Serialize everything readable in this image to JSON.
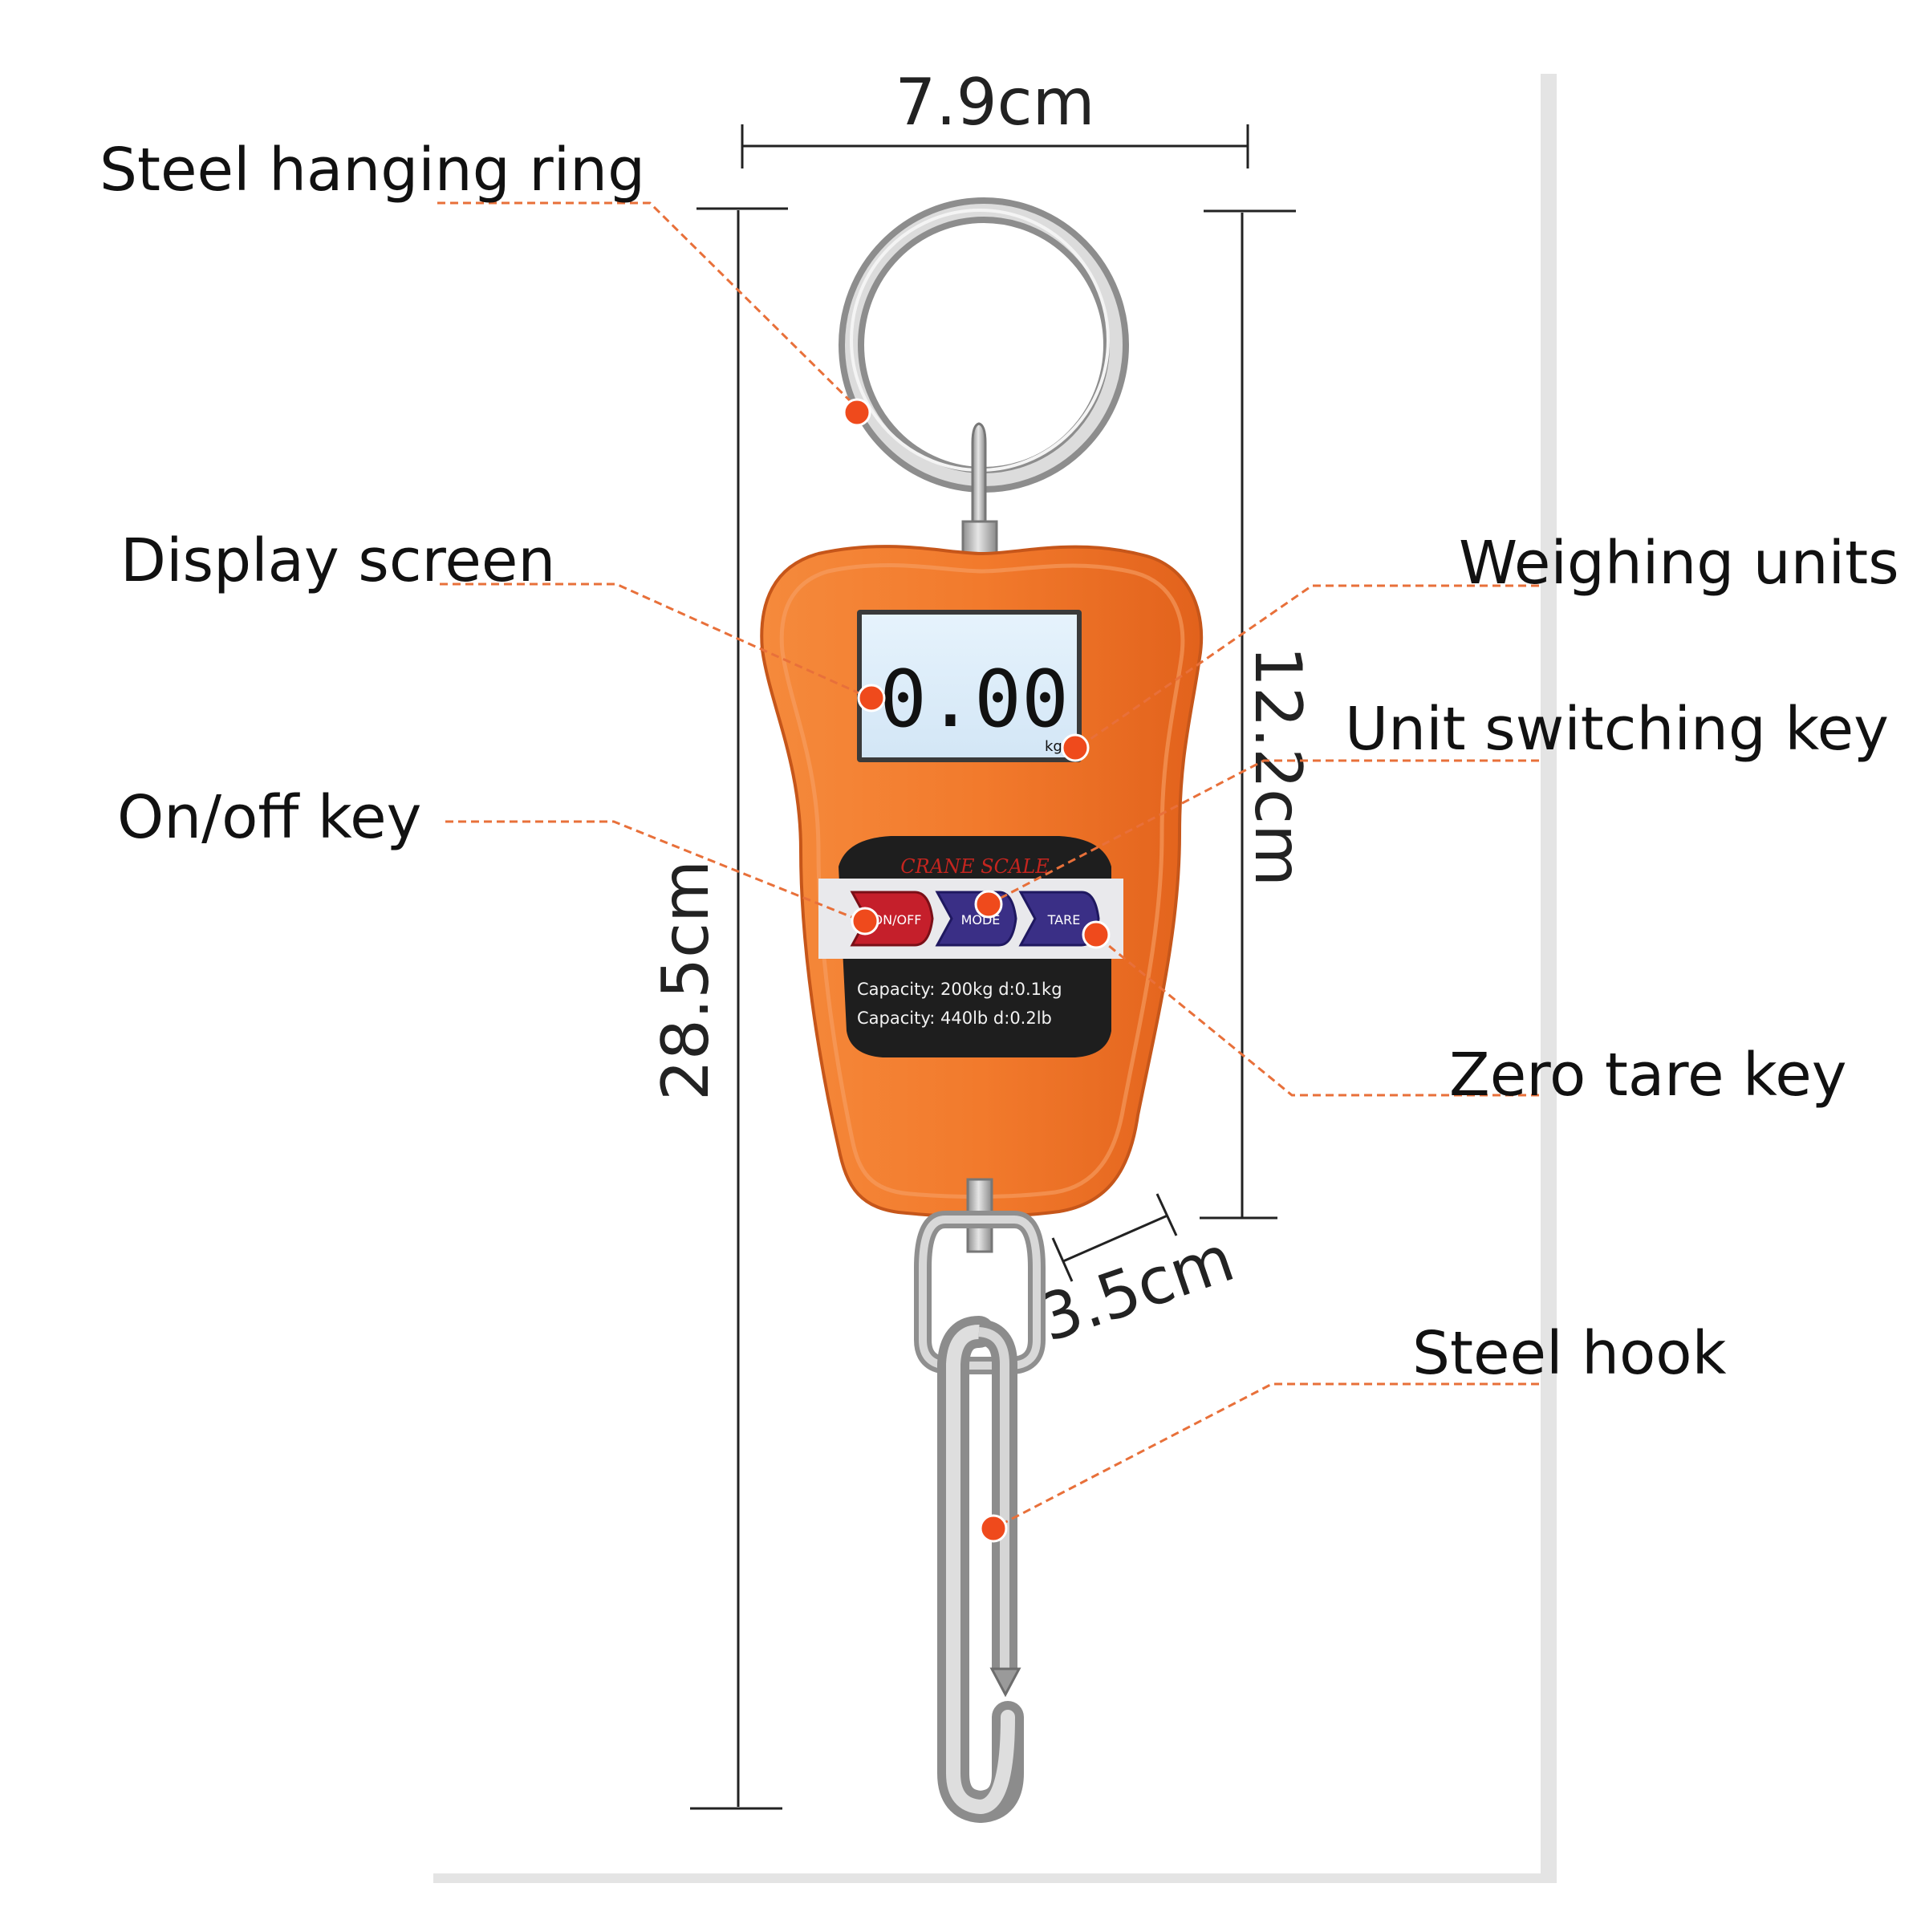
{
  "dimensions": {
    "width": "7.9cm",
    "body_height": "12.2cm",
    "total_height": "28.5cm",
    "depth": "3.5cm"
  },
  "callouts": {
    "ring": "Steel hanging ring",
    "display": "Display screen",
    "onoff": "On/off key",
    "units": "Weighing units",
    "unit_key": "Unit switching key",
    "zero_tare": "Zero tare key",
    "hook": "Steel hook"
  },
  "device": {
    "reading": "0.00",
    "unit": "kg",
    "brand": "CRANE SCALE",
    "buttons": {
      "on_off": "ON/OFF",
      "mode": "MODE",
      "tare": "TARE"
    },
    "capacity_kg": "Capacity: 200kg  d:0.1kg",
    "capacity_lb": "Capacity: 440lb  d:0.2lb"
  },
  "colors": {
    "body": "#f07a2e",
    "callout_line": "#e8703a",
    "marker": "#ef4a1c",
    "lcd": "#dfeefa",
    "steel": "#b8b8b8"
  }
}
